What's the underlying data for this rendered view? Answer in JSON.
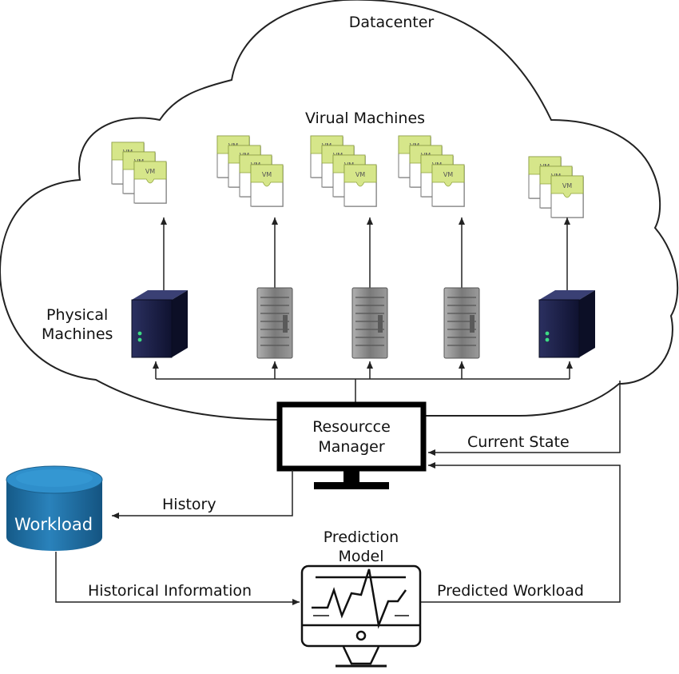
{
  "datacenter": {
    "title": "Datacenter"
  },
  "virtual_machines": {
    "title": "Virual Machines",
    "vm_label": "VM",
    "stacks": [
      {
        "count": 3
      },
      {
        "count": 4
      },
      {
        "count": 4
      },
      {
        "count": 4
      },
      {
        "count": 3
      }
    ]
  },
  "physical_machines": {
    "label_line1": "Physical",
    "label_line2": "Machines",
    "servers": [
      {
        "style": "tower-dark"
      },
      {
        "style": "rack-gray"
      },
      {
        "style": "rack-gray"
      },
      {
        "style": "rack-gray"
      },
      {
        "style": "tower-dark"
      }
    ]
  },
  "resource_manager": {
    "label_line1": "Resourcce",
    "label_line2": "Manager"
  },
  "workload": {
    "label": "Workload"
  },
  "prediction_model": {
    "label_line1": "Prediction",
    "label_line2": "Model"
  },
  "edges": {
    "current_state": "Current State",
    "history": "History",
    "historical_information": "Historical Information",
    "predicted_workload": "Predicted Workload"
  },
  "colors": {
    "vm_fill": "#d6e68a",
    "vm_body": "#ffffff",
    "workload_fill": "#1d6ea3",
    "server_dark": "#1d2140",
    "server_gray": "#8a8a8a"
  }
}
